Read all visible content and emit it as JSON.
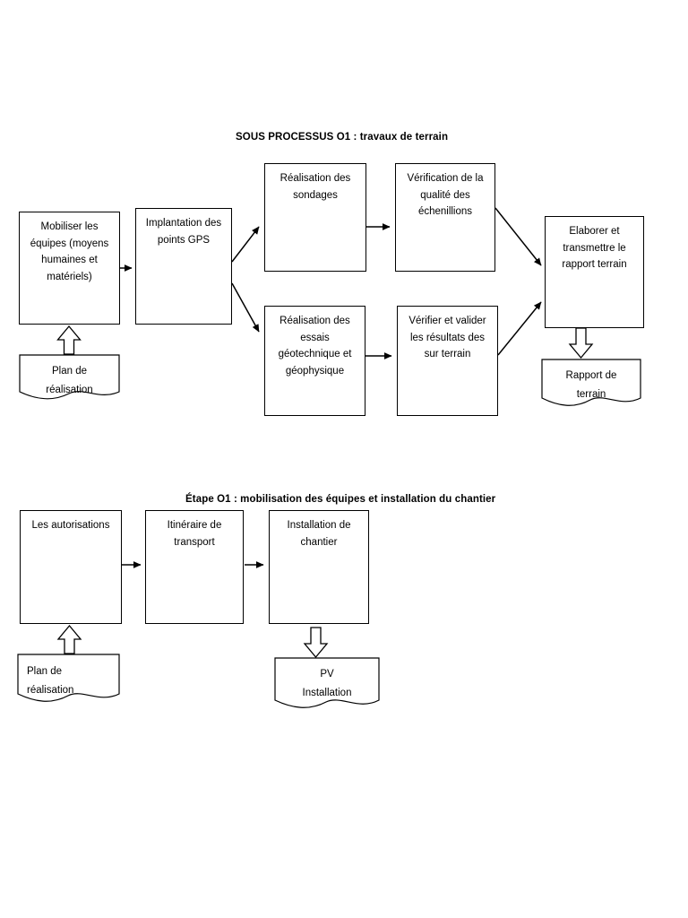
{
  "diagram": {
    "type": "flowchart",
    "sections": [
      {
        "id": "sous-processus-01",
        "title": "SOUS PROCESSUS O1 : travaux de terrain",
        "nodes": [
          {
            "id": "mobiliser",
            "label": "Mobiliser les équipes (moyens humaines et matériels)"
          },
          {
            "id": "implantation",
            "label": "Implantation des points GPS"
          },
          {
            "id": "sondages",
            "label": "Réalisation des sondages"
          },
          {
            "id": "verification-qualite",
            "label": "Vérification de la qualité des échenillions"
          },
          {
            "id": "essais",
            "label": "Réalisation des essais géotechnique et géophysique"
          },
          {
            "id": "verifier-valider",
            "label": "Vérifier et valider les résultats des sur terrain"
          },
          {
            "id": "elaborer",
            "label": "Elaborer et transmettre le rapport terrain"
          }
        ],
        "documents": [
          {
            "id": "plan-realisation-top",
            "line1": "Plan de",
            "line2": "réalisation"
          },
          {
            "id": "rapport-terrain",
            "line1": "Rapport de",
            "line2": "terrain"
          }
        ]
      },
      {
        "id": "etape-01",
        "title": "Étape O1 : mobilisation des équipes et installation du chantier",
        "nodes": [
          {
            "id": "autorisations",
            "label": "Les autorisations"
          },
          {
            "id": "itineraire",
            "label": "Itinéraire de transport"
          },
          {
            "id": "installation-chantier",
            "label": "Installation de chantier"
          }
        ],
        "documents": [
          {
            "id": "plan-realisation-bottom",
            "line1": "Plan de",
            "line2": "réalisation"
          },
          {
            "id": "pv-installation",
            "line1": "PV",
            "line2": "Installation"
          }
        ]
      }
    ],
    "colors": {
      "stroke": "#000000",
      "background": "#ffffff",
      "text": "#000000"
    }
  }
}
